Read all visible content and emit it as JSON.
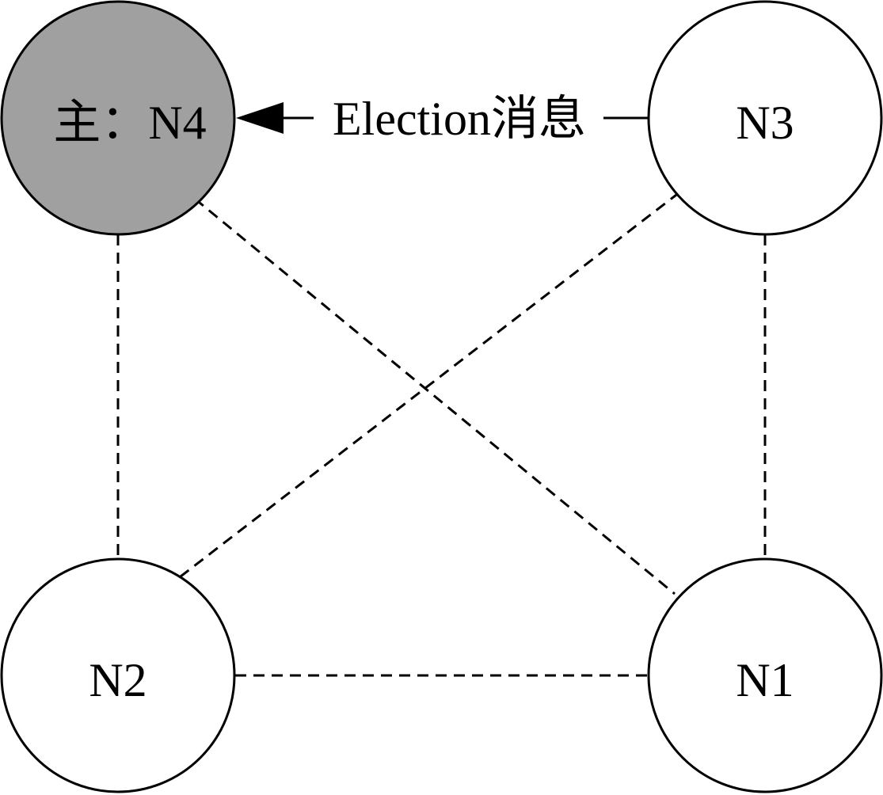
{
  "nodes": {
    "n4": {
      "label": "主：N4",
      "role": "primary",
      "fill": "#a0a0a0"
    },
    "n3": {
      "label": "N3",
      "fill": "#ffffff"
    },
    "n2": {
      "label": "N2",
      "fill": "#ffffff"
    },
    "n1": {
      "label": "N1",
      "fill": "#ffffff"
    }
  },
  "message": {
    "label": "Election消息",
    "from": "n3",
    "to": "n4"
  },
  "links": [
    {
      "from": "n4",
      "to": "n2",
      "style": "dashed"
    },
    {
      "from": "n4",
      "to": "n1",
      "style": "dashed"
    },
    {
      "from": "n3",
      "to": "n2",
      "style": "dashed"
    },
    {
      "from": "n3",
      "to": "n1",
      "style": "dashed"
    },
    {
      "from": "n2",
      "to": "n1",
      "style": "dashed"
    }
  ]
}
